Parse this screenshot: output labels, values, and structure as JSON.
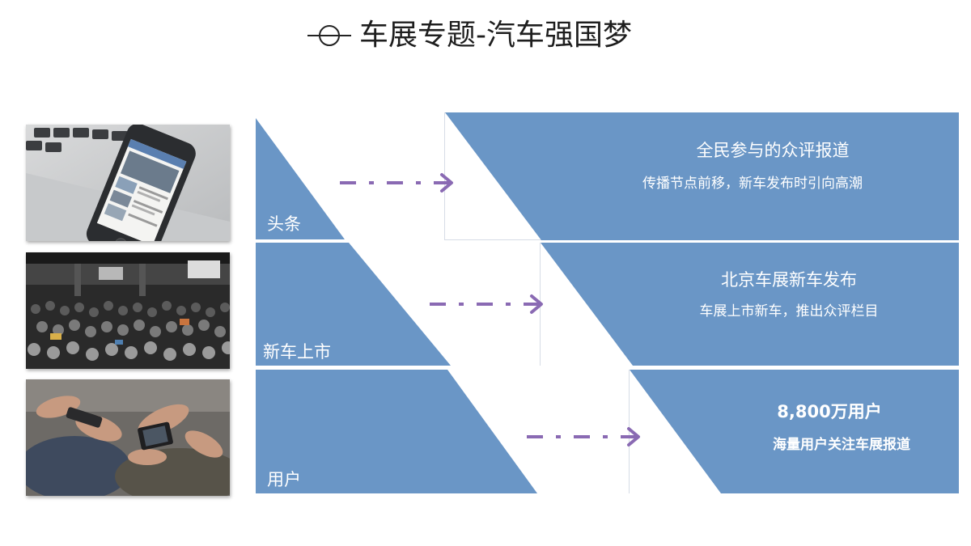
{
  "title": "车展专题-汽车强国梦",
  "colors": {
    "accent_blue": "#6a96c6",
    "arrow_purple": "#8a6ab3",
    "outline": "#d6dce6"
  },
  "rows": [
    {
      "label": "头条",
      "photo": "smartphone-on-laptop-photo",
      "box_title": "全民参与的众评报道",
      "box_subtitle": "传播节点前移，新车发布时引向高潮"
    },
    {
      "label": "新车上市",
      "photo": "auto-show-crowd-photo",
      "box_title": "北京车展新车发布",
      "box_subtitle": "车展上市新车，推出众评栏目"
    },
    {
      "label": "用户",
      "photo": "hands-holding-phones-photo",
      "box_title": "8,800万用户",
      "box_subtitle": "海量用户关注车展报道"
    }
  ]
}
